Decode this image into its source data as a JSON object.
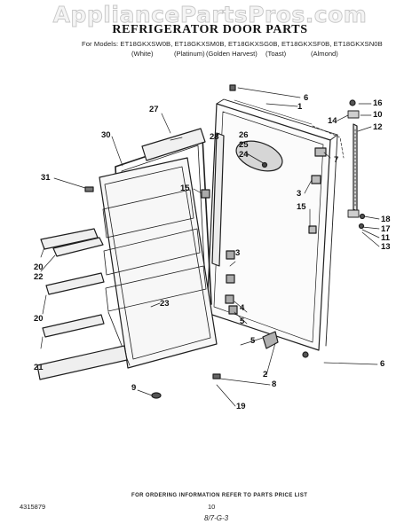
{
  "watermark": "AppliancePartsPros.com",
  "title": "REFRIGERATOR DOOR PARTS",
  "models_line": "For Models:  ET18GKXSW0B, ET18GKXSM0B, ET18GKXSG0B, ET18GKXSF0B, ET18GKXSN0B",
  "colors": [
    "(White)",
    "(Platinum)",
    "(Golden Harvest)",
    "(Toast)",
    "(Almond)"
  ],
  "callouts": [
    "6",
    "1",
    "14",
    "16",
    "10",
    "12",
    "27",
    "28",
    "26",
    "25",
    "24",
    "7",
    "30",
    "31",
    "15",
    "3",
    "15",
    "18",
    "17",
    "11",
    "13",
    "20",
    "22",
    "3",
    "23",
    "4",
    "5",
    "20",
    "2",
    "6",
    "21",
    "8",
    "9",
    "19"
  ],
  "footer": {
    "note": "FOR ORDERING INFORMATION REFER TO PARTS PRICE LIST",
    "doc_number": "4315879",
    "page": "10",
    "code": "8/7-G-3"
  }
}
